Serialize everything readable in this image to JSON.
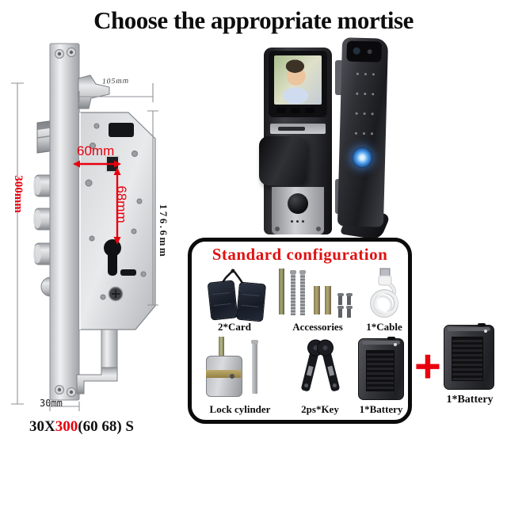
{
  "title": "Choose the appropriate mortise",
  "diagram": {
    "dims": {
      "width": "105mm",
      "height": "300mm",
      "body_height": "176.6mm",
      "backset": "60mm",
      "center": "68mm",
      "faceplate": "30mm"
    },
    "model": {
      "prefix": "30X",
      "size": "300",
      "suffix": "(60 68) S"
    }
  },
  "config": {
    "title": "Standard configuration",
    "items": [
      {
        "name": "card",
        "label": "2*Card"
      },
      {
        "name": "accessories",
        "label": "Accessories"
      },
      {
        "name": "cable",
        "label": "1*Cable"
      },
      {
        "name": "lock-cylinder",
        "label": "Lock cylinder"
      },
      {
        "name": "key",
        "label": "2ps*Key"
      },
      {
        "name": "battery",
        "label": "1*Battery"
      }
    ],
    "plus": "+",
    "extra_battery": {
      "label": "1*Battery"
    }
  },
  "colors": {
    "accent_red": "#e8000d",
    "text_black": "#111111",
    "fingerprint_blue": "#4a9df0"
  }
}
